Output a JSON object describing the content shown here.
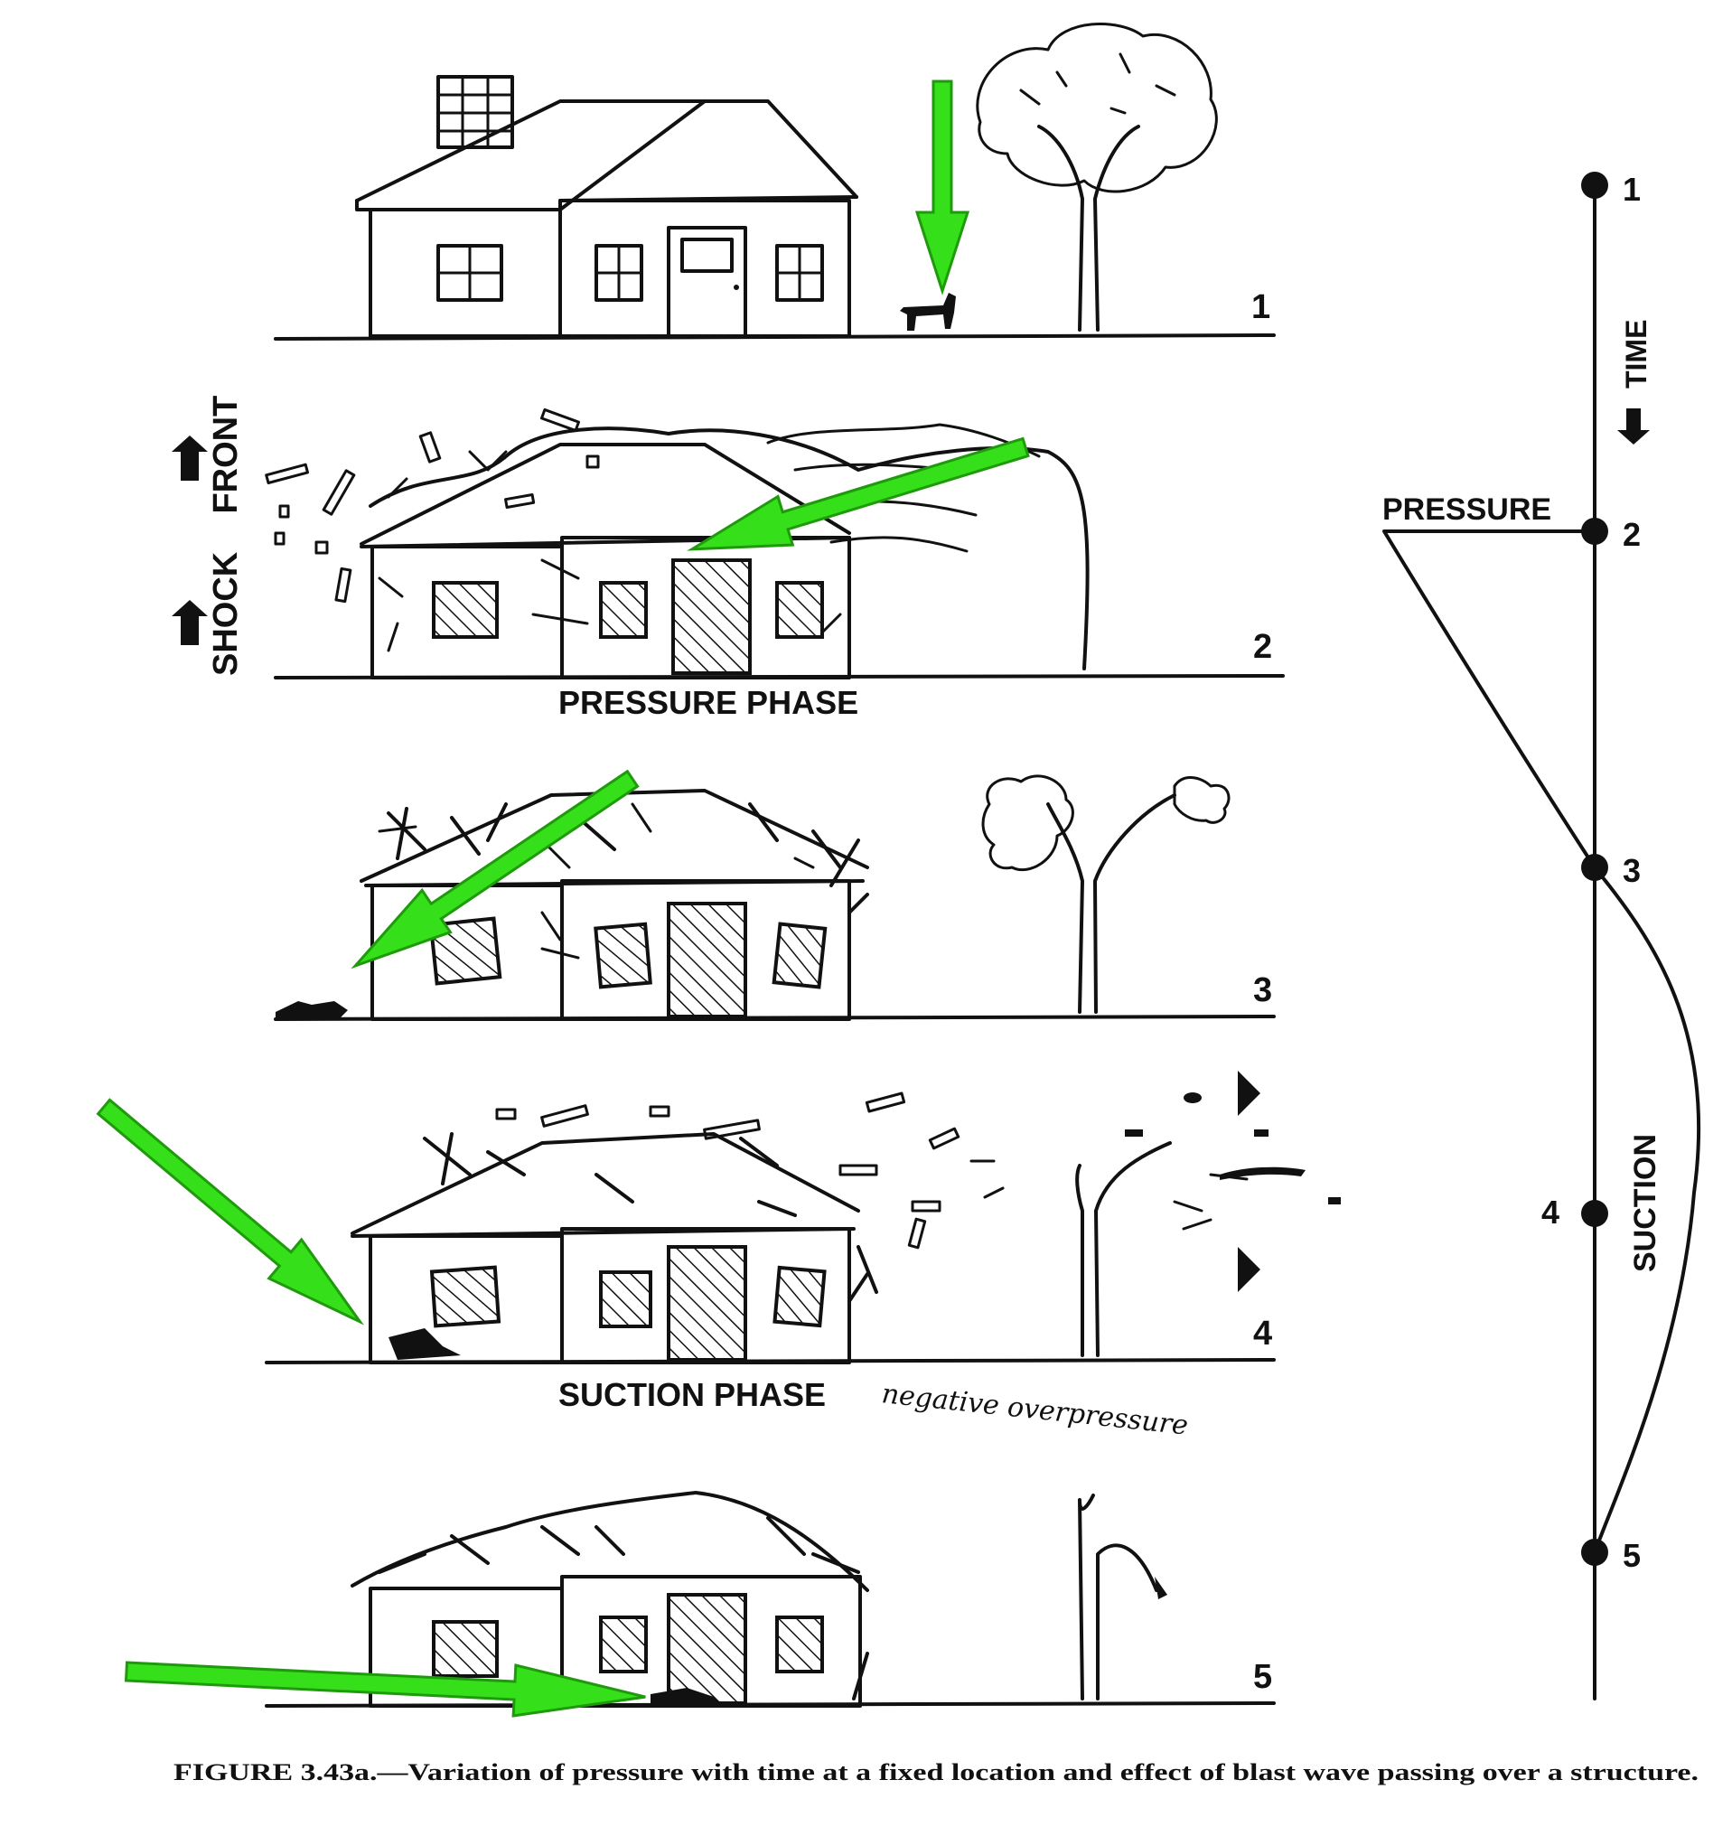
{
  "panels": [
    {
      "number": "1"
    },
    {
      "number": "2",
      "phase_label": "PRESSURE PHASE"
    },
    {
      "number": "3"
    },
    {
      "number": "4",
      "phase_label": "SUCTION PHASE",
      "handwritten_note": "negative overpressure"
    },
    {
      "number": "5"
    }
  ],
  "shock_front_label": "SHOCK    FRONT",
  "timeline": {
    "time_label": "TIME",
    "pressure_label": "PRESSURE",
    "suction_label": "SUCTION",
    "points": [
      "1",
      "2",
      "3",
      "4",
      "5"
    ]
  },
  "caption": "FIGURE 3.43a.—Variation of pressure with time at a fixed location and effect of blast wave passing over a structure.",
  "colors": {
    "ink": "#111111",
    "highlight_arrows": "#35e01a",
    "background": "#ffffff"
  }
}
